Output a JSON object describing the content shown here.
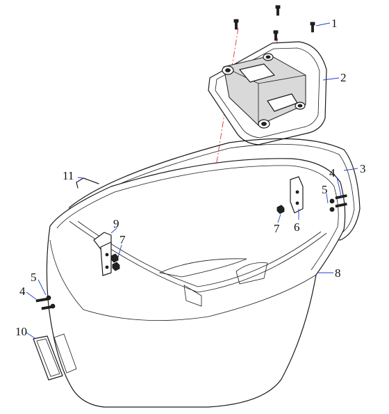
{
  "callouts": [
    {
      "id": "c1",
      "text": "1"
    },
    {
      "id": "c2",
      "text": "2"
    },
    {
      "id": "c3",
      "text": "3"
    },
    {
      "id": "c4a",
      "text": "4"
    },
    {
      "id": "c5a",
      "text": "5"
    },
    {
      "id": "c6",
      "text": "6"
    },
    {
      "id": "c7a",
      "text": "7"
    },
    {
      "id": "c8",
      "text": "8"
    },
    {
      "id": "c9",
      "text": "9"
    },
    {
      "id": "c7b",
      "text": "7"
    },
    {
      "id": "c5b",
      "text": "5"
    },
    {
      "id": "c4b",
      "text": "4"
    },
    {
      "id": "c10",
      "text": "10"
    },
    {
      "id": "c11",
      "text": "11"
    }
  ],
  "colors": {
    "line": "#1a1a1a",
    "leader": "#1f3fd0",
    "centerline": "#e23030",
    "background": "#ffffff"
  }
}
